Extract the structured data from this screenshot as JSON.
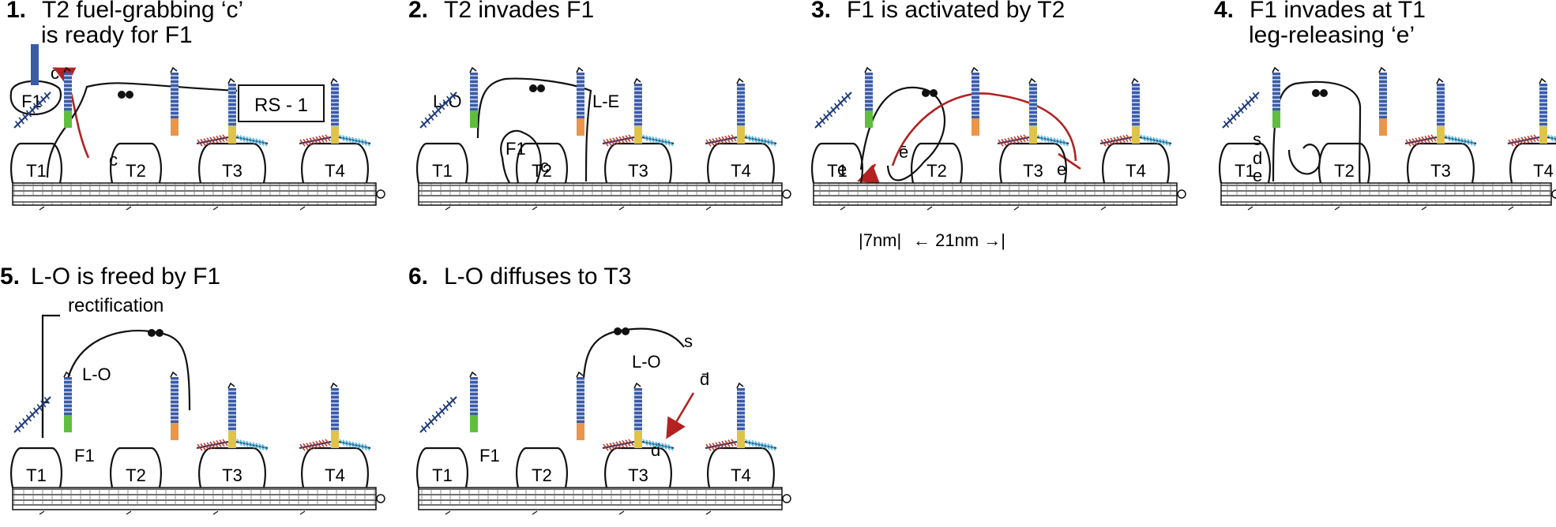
{
  "panels": [
    {
      "number": "1.",
      "title_lines": [
        "T2 fuel-grabbing ‘c’",
        "is ready for F1"
      ]
    },
    {
      "number": "2.",
      "title_lines": [
        "T2 invades F1"
      ]
    },
    {
      "number": "3.",
      "title_lines": [
        "F1 is activated by T2"
      ]
    },
    {
      "number": "4.",
      "title_lines": [
        "F1 invades at T1",
        "leg-releasing ‘e’"
      ]
    },
    {
      "number": "5.",
      "title_lines": [
        "L-O is freed by F1"
      ]
    },
    {
      "number": "6.",
      "title_lines": [
        "L-O diffuses to T3"
      ]
    }
  ],
  "tracks": [
    "T1",
    "T2",
    "T3",
    "T4"
  ],
  "labels": {
    "rs": "RS - 1",
    "f1": "F1",
    "c_bar": "c̄",
    "c": "c",
    "l_o": "L-O",
    "l_e": "L-E",
    "e": "e",
    "e_bar": "ē",
    "s": "s",
    "d": "d",
    "d_bar": "d̄",
    "dist1": "|7nm|",
    "dist2": "← 21nm →|",
    "rectification": "rectification"
  },
  "colors": {
    "stem_blue": "#3a5ba8",
    "green": "#5fbf3c",
    "orange": "#e9964a",
    "yellow": "#e0c44a",
    "red": "#c0392b",
    "cyan": "#59b9d9",
    "arrow_red": "#b22222"
  }
}
